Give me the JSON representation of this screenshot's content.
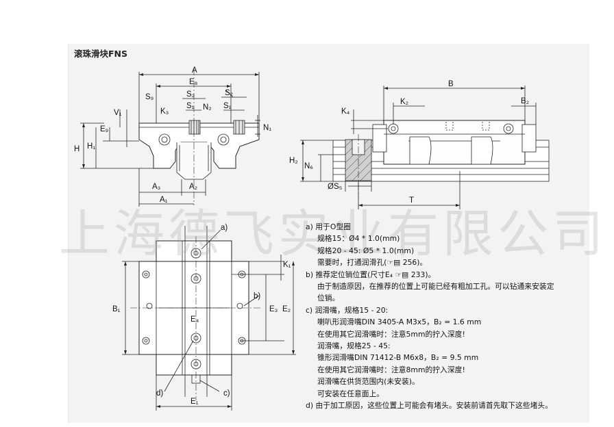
{
  "title": "滚珠滑块FNS",
  "watermark": "上海德飞实业有限公司",
  "labels": {
    "A": "A",
    "E8": "E₈",
    "S9": "S₉",
    "K3": "K₃",
    "S2a": "S₂",
    "S1a": "S₁",
    "N2": "N₂",
    "S2b": "S₂",
    "S1b": "S₁",
    "V1": "V₁",
    "E9": "E₉",
    "N1": "N₁",
    "H": "H",
    "H1": "H₁",
    "A3": "A₃",
    "A2": "A₂",
    "A1": "A₁",
    "B": "B",
    "K2": "K₂",
    "B2": "B₂",
    "K4": "K₄",
    "H2": "H₂",
    "N6": "N₆",
    "S5": "ØS₅",
    "T": "T",
    "a": "a)",
    "b": "b)",
    "c": "c)",
    "d": "d)",
    "K1": "K₁",
    "B1": "B₁",
    "E3": "E₃",
    "E2": "E₂",
    "E4": "E₄",
    "E1": "E₁"
  },
  "notes": [
    {
      "text": "a)  用于O型圈",
      "indent": false
    },
    {
      "text": "规格15：Ø4 * 1.0(mm)",
      "indent": true
    },
    {
      "text": "规格20 - 45: Ø5 * 1.0(mm)",
      "indent": true
    },
    {
      "text": "需要时，打通润滑孔(☞▤ 256)。",
      "indent": true
    },
    {
      "text": "b)  推荐定位销位置(尺寸E₄ ☞▤ 233)。",
      "indent": false
    },
    {
      "text": "由于制造原因，在推荐的位置上可能已经有粗加工孔。可以钻通来安装定",
      "indent": true
    },
    {
      "text": "位销。",
      "indent": true
    },
    {
      "text": "c)  润滑嘴，规格15 - 20:",
      "indent": false
    },
    {
      "text": "喇叭形润滑嘴DIN 3405-A M3x5，B₂ = 1.6 mm",
      "indent": true
    },
    {
      "text": "在使用其它润滑嘴时：注意5mm的拧入深度!",
      "indent": true
    },
    {
      "text": "润滑嘴，规格25 - 45:",
      "indent": true
    },
    {
      "text": "锥形润滑嘴DIN 71412-B M6x8，B₂ = 9.5 mm",
      "indent": true
    },
    {
      "text": "在使用其它润滑嘴时：注意8mm的拧入深度!",
      "indent": true
    },
    {
      "text": "润滑嘴在供货范围内(未安装)。",
      "indent": true
    },
    {
      "text": "可安装在任意面上。",
      "indent": true
    },
    {
      "text": "d)  由于加工原因，这些位置上可能会有堵头。安装前请首先取下这些堵头。",
      "indent": false
    }
  ]
}
